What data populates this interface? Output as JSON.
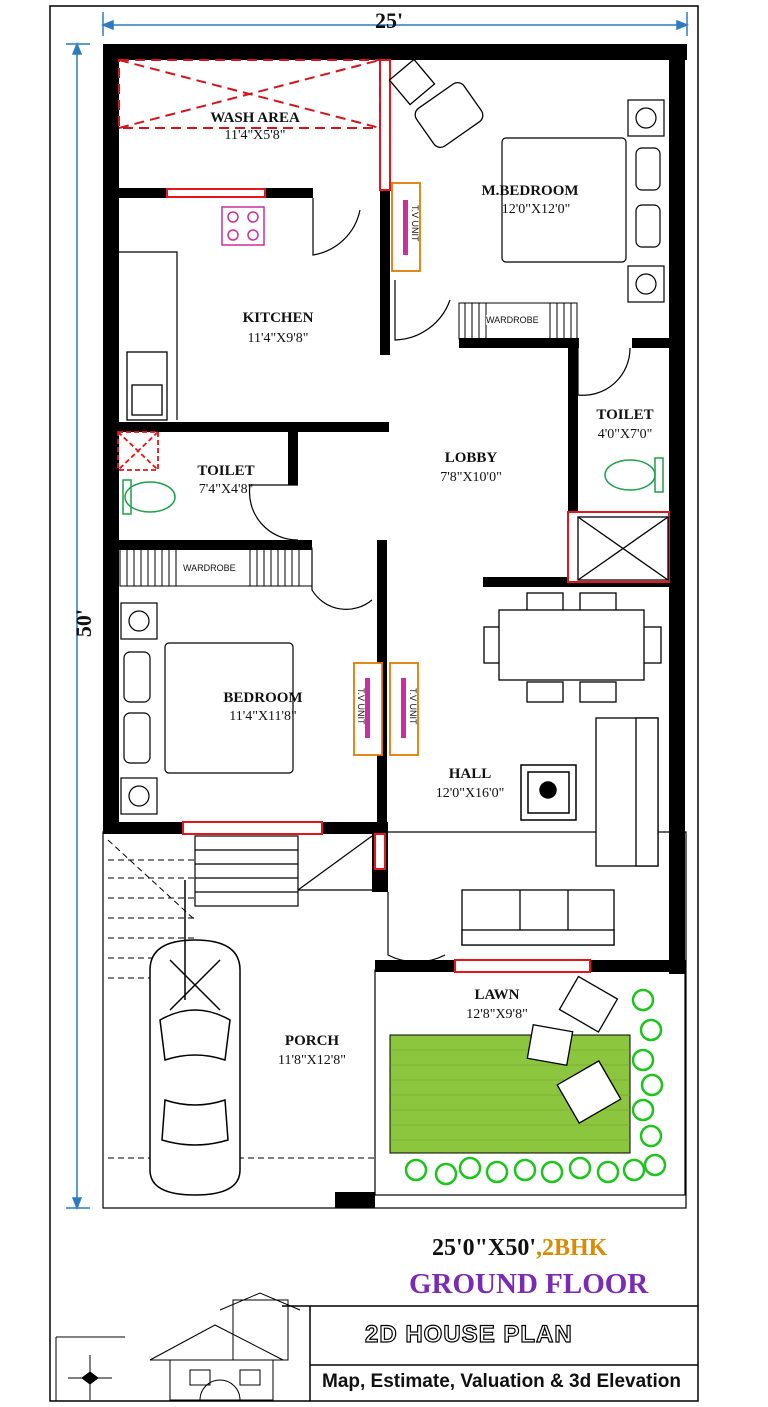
{
  "dimensions": {
    "width": "25'",
    "depth": "50'"
  },
  "rooms": {
    "wash_area": {
      "name": "WASH AREA",
      "size": "11'4\"X5'8\""
    },
    "master_bedroom": {
      "name": "M.BEDROOM",
      "size": "12'0\"X12'0\""
    },
    "kitchen": {
      "name": "KITCHEN",
      "size": "11'4\"X9'8\""
    },
    "toilet_right": {
      "name": "TOILET",
      "size": "4'0\"X7'0\""
    },
    "toilet_left": {
      "name": "TOILET",
      "size": "7'4\"X4'8\""
    },
    "lobby": {
      "name": "LOBBY",
      "size": "7'8\"X10'0\""
    },
    "bedroom": {
      "name": "BEDROOM",
      "size": "11'4\"X11'8\""
    },
    "hall": {
      "name": "HALL",
      "size": "12'0\"X16'0\""
    },
    "lawn": {
      "name": "LAWN",
      "size": "12'8\"X9'8\""
    },
    "porch": {
      "name": "PORCH",
      "size": "11'8\"X12'8\""
    }
  },
  "fixtures": {
    "wardrobe_top": "WARDROBE",
    "wardrobe_left": "WARDROBE",
    "tv_unit_top": "T.V UNIT",
    "tv_unit_left": "T.V UNIT",
    "tv_unit_right": "T.V UNIT"
  },
  "title_block": {
    "size_label": "25'0\"X50'",
    "type_label": ",2BHK",
    "floor_label": "GROUND FLOOR",
    "banner_title": "2D HOUSE PLAN",
    "banner_subtitle": "Map, Estimate, Valuation & 3d Elevation"
  },
  "colors": {
    "wall": "#000000",
    "window": "#e8141b",
    "wash_area_lines": "#d4141b",
    "dim_line": "#2f7bbf",
    "tv_unit_outline": "#e07b00",
    "tv_unit_fill": "#cc2f9a",
    "stove": "#cc2f9a",
    "toilet_fixture": "#1ea14a",
    "lawn_grass": "#8cc63f",
    "plants": "#1cc41c",
    "type_label": "#d98c00",
    "floor_label": "#7a2bb5"
  }
}
